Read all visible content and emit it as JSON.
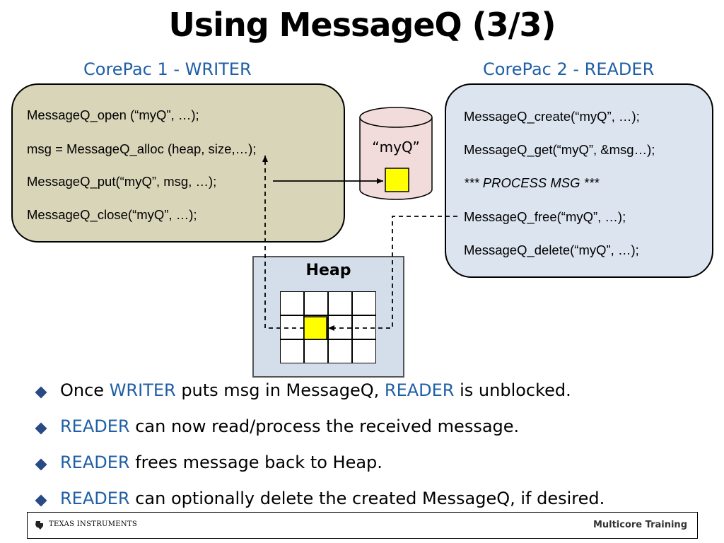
{
  "title": "Using MessageQ (3/3)",
  "writer": {
    "heading": "CorePac 1 - WRITER",
    "lines": [
      "MessageQ_open (“myQ”, …);",
      "msg = MessageQ_alloc (heap, size,…);",
      "MessageQ_put(“myQ”, msg, …);",
      "MessageQ_close(“myQ”, …);"
    ]
  },
  "reader": {
    "heading": "CorePac 2 - READER",
    "lines": [
      "MessageQ_create(“myQ”, …);",
      "MessageQ_get(“myQ”, &msg…);",
      "*** PROCESS MSG ***",
      "MessageQ_free(“myQ”, …);",
      "MessageQ_delete(“myQ”, …);"
    ]
  },
  "queue": {
    "label": "“myQ”"
  },
  "heap": {
    "label": "Heap"
  },
  "bullets": [
    {
      "pre": "Once ",
      "h1": "WRITER",
      "mid": " puts msg in MessageQ, ",
      "h2": "READER",
      "post": " is unblocked."
    },
    {
      "h1": "READER",
      "post": " can now read/process the received message."
    },
    {
      "h1": "READER",
      "post": " frees message back to Heap."
    },
    {
      "h1": "READER",
      "post": " can optionally delete the created MessageQ, if desired."
    }
  ],
  "footer": {
    "company": "TEXAS INSTRUMENTS",
    "right": "Multicore Training"
  },
  "colors": {
    "accent": "#1f5fa6",
    "writer_bg": "#d9d5b9",
    "reader_bg": "#dce4ef",
    "heap_bg": "#d4deea",
    "msg": "#ffff00"
  }
}
